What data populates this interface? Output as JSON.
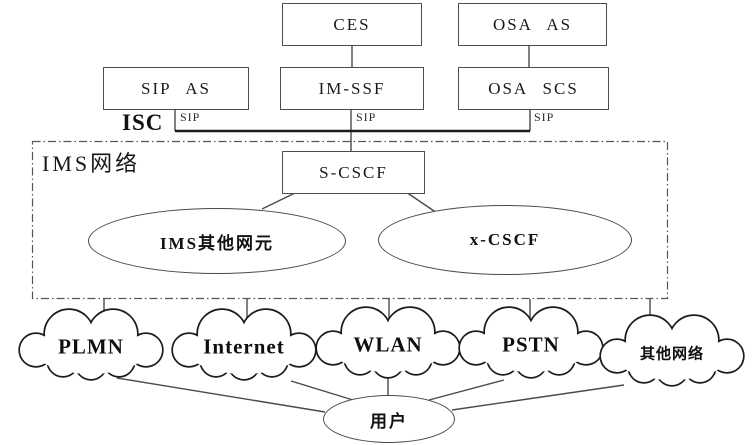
{
  "diagram": {
    "app_servers": {
      "ces": "CES",
      "osa_as": "OSA AS",
      "sip_as": "SIP AS",
      "im_ssf": "IM-SSF",
      "osa_scs": "OSA SCS"
    },
    "interface_labels": {
      "isc": "ISC",
      "sip": [
        "SIP",
        "SIP",
        "SIP"
      ]
    },
    "ims_network": {
      "title": "IMS网络",
      "s_cscf": "S-CSCF",
      "ims_other_elements": "IMS其他网元",
      "x_cscf": "x-CSCF"
    },
    "access_networks": [
      "PLMN",
      "Internet",
      "WLAN",
      "PSTN",
      "其他网络"
    ],
    "user": "用户",
    "colors": {
      "connector": "#4a4a4a",
      "cloud_outline": "#1c1c1c",
      "text": "#141414",
      "canvas": "#ffffff"
    }
  }
}
